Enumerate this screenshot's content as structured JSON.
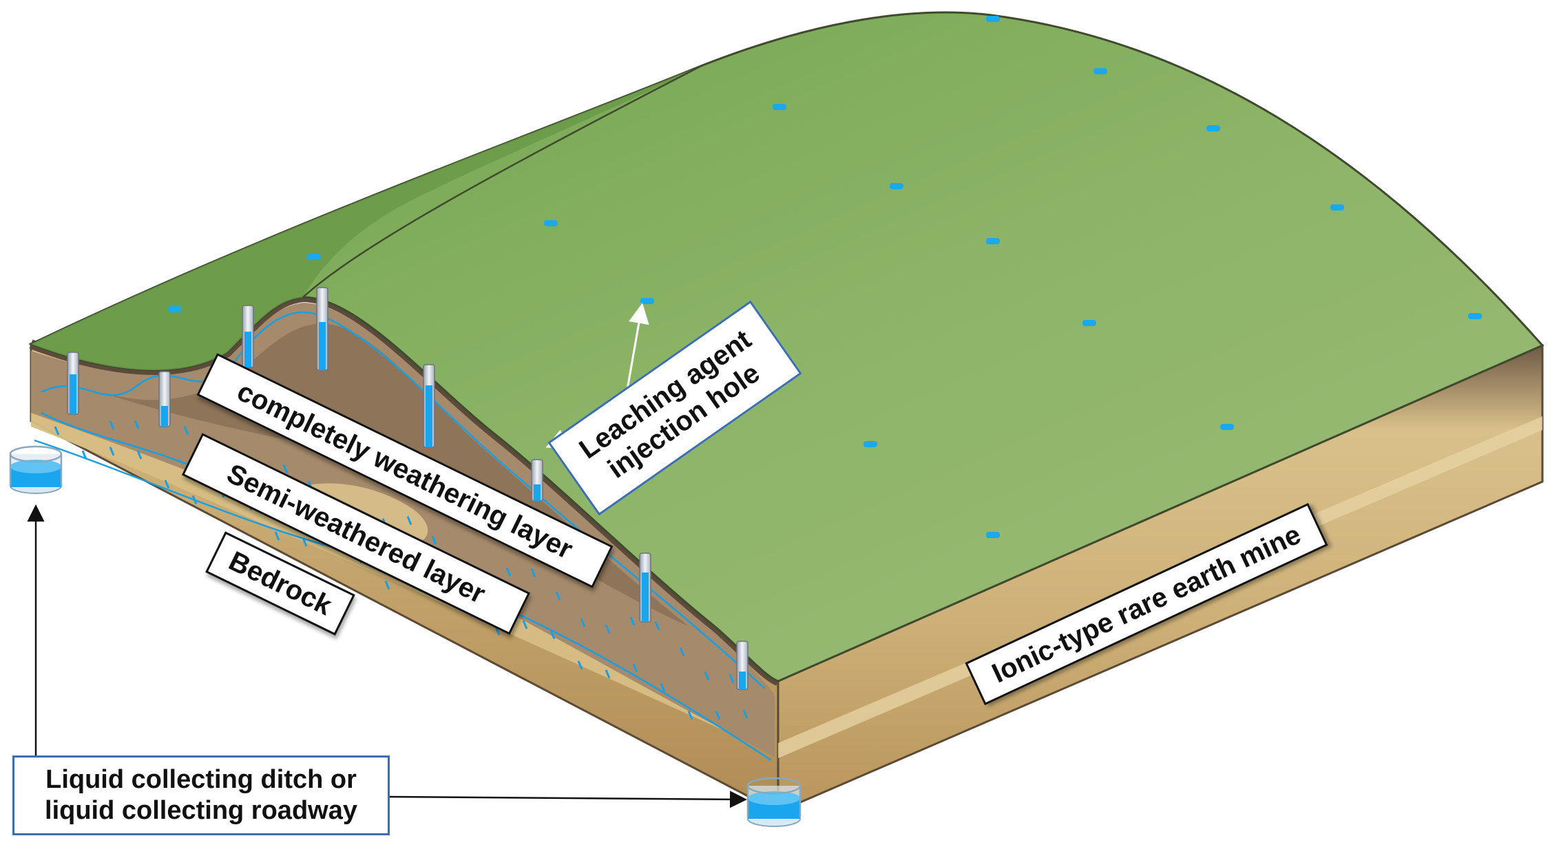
{
  "labels": {
    "completely_weathering": "completely weathering layer",
    "semi_weathered": "Semi-weathered layer",
    "bedrock": "Bedrock",
    "injection_line1": "Leaching agent",
    "injection_line2": "injection hole",
    "mine": "Ionic-type rare earth mine",
    "ditch_line1": "Liquid collecting ditch or",
    "ditch_line2": "liquid collecting roadway"
  },
  "colors": {
    "surface_green": "#8db566",
    "surface_dark_green": "#6d9a4c",
    "soil_dark": "#7a6350",
    "weathered_brown": "#9e8466",
    "semi_tan": "#d8bf86",
    "bedrock_tan": "#c9a96f",
    "water_blue": "#1aa0e6",
    "label_border_blue": "#3d6fb0"
  }
}
